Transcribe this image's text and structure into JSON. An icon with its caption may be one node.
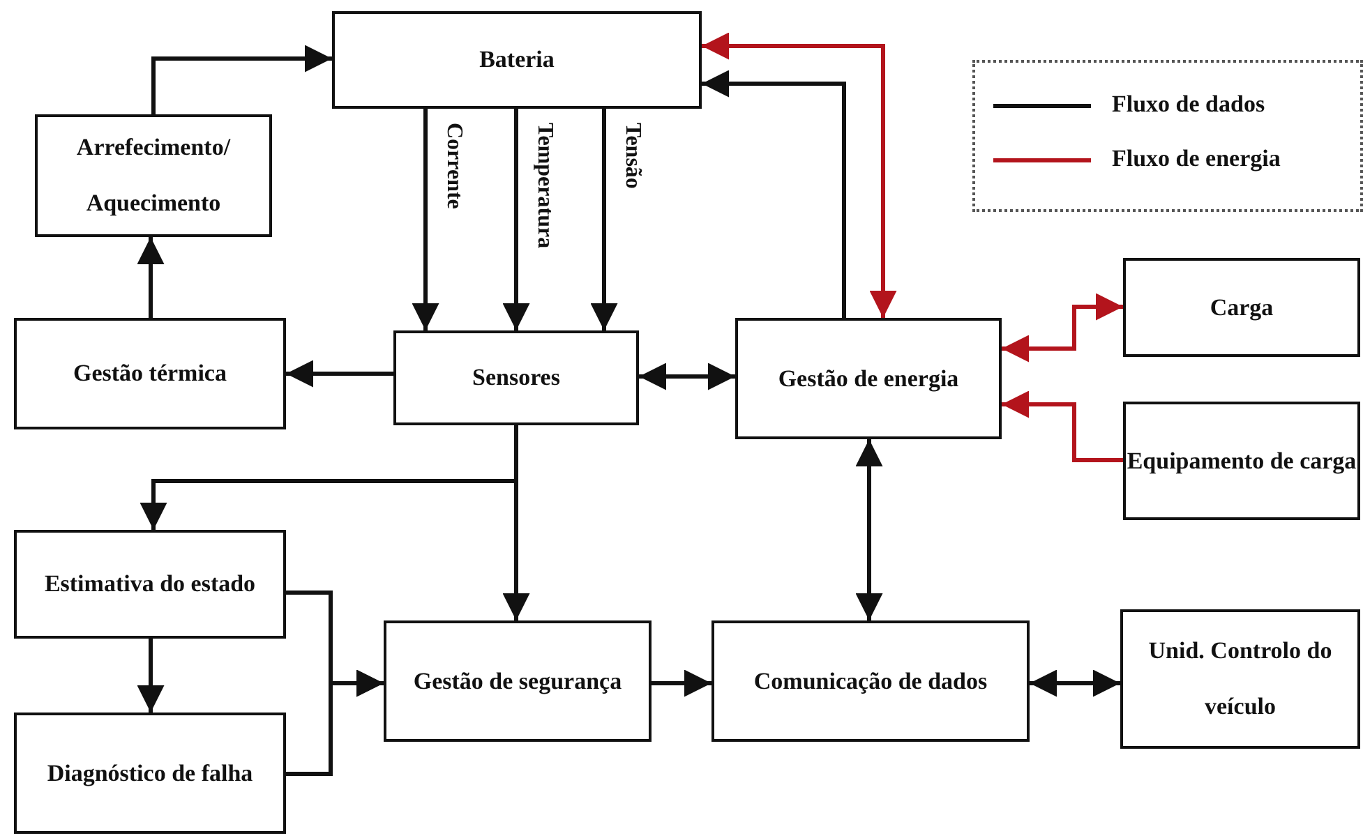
{
  "diagram": {
    "nodes": [
      {
        "text": [
          "Bateria"
        ]
      },
      {
        "text": [
          "Arrefecimento/ Aquecimento"
        ]
      },
      {
        "text": [
          "Gestão térmica"
        ]
      },
      {
        "text": [
          "Sensores"
        ]
      },
      {
        "text": [
          "Gestão de energia"
        ]
      },
      {
        "text": [
          "Carga"
        ]
      },
      {
        "text": [
          "Equipamento de carga"
        ]
      },
      {
        "text": [
          "Estimativa do estado"
        ]
      },
      {
        "text": [
          "Diagnóstico de falha"
        ]
      },
      {
        "text": [
          "Gestão de segurança"
        ]
      },
      {
        "text": [
          "Comunicação de dados"
        ]
      },
      {
        "text": [
          "Unid. Controlo do veículo"
        ]
      }
    ],
    "edges": [
      {
        "from": 1,
        "to": 0,
        "arrow": "to"
      },
      {
        "from": 2,
        "to": 1,
        "arrow": "to"
      },
      {
        "from": 0,
        "to": 3,
        "arrow": "to",
        "label": "Corrente"
      },
      {
        "from": 0,
        "to": 3,
        "arrow": "to",
        "label": "Temperatura"
      },
      {
        "from": 0,
        "to": 3,
        "arrow": "to",
        "label": "Tensão"
      },
      {
        "from": 3,
        "to": 2,
        "arrow": "to"
      },
      {
        "from": 3,
        "to": 4,
        "arrow": "both"
      },
      {
        "from": 4,
        "to": 0,
        "arrow": "to"
      },
      {
        "from": 4,
        "to": 0,
        "arrow": "both",
        "color": "#b3141c"
      },
      {
        "from": 4,
        "to": 5,
        "arrow": "both",
        "color": "#b3141c"
      },
      {
        "from": 6,
        "to": 4,
        "arrow": "to",
        "color": "#b3141c"
      },
      {
        "from": 3,
        "to": 7,
        "arrow": "to"
      },
      {
        "from": 3,
        "to": 9,
        "arrow": "to"
      },
      {
        "from": 7,
        "to": 8,
        "arrow": "to"
      },
      {
        "from": 7,
        "to": 9,
        "arrow": "to"
      },
      {
        "from": 8,
        "to": 9,
        "arrow": "to"
      },
      {
        "from": 9,
        "to": 10,
        "arrow": "to"
      },
      {
        "from": 4,
        "to": 10,
        "arrow": "both"
      },
      {
        "from": 10,
        "to": 11,
        "arrow": "both"
      }
    ],
    "legend": [
      {
        "text": "Fluxo de dados"
      },
      {
        "text": "Fluxo de energia"
      }
    ]
  }
}
